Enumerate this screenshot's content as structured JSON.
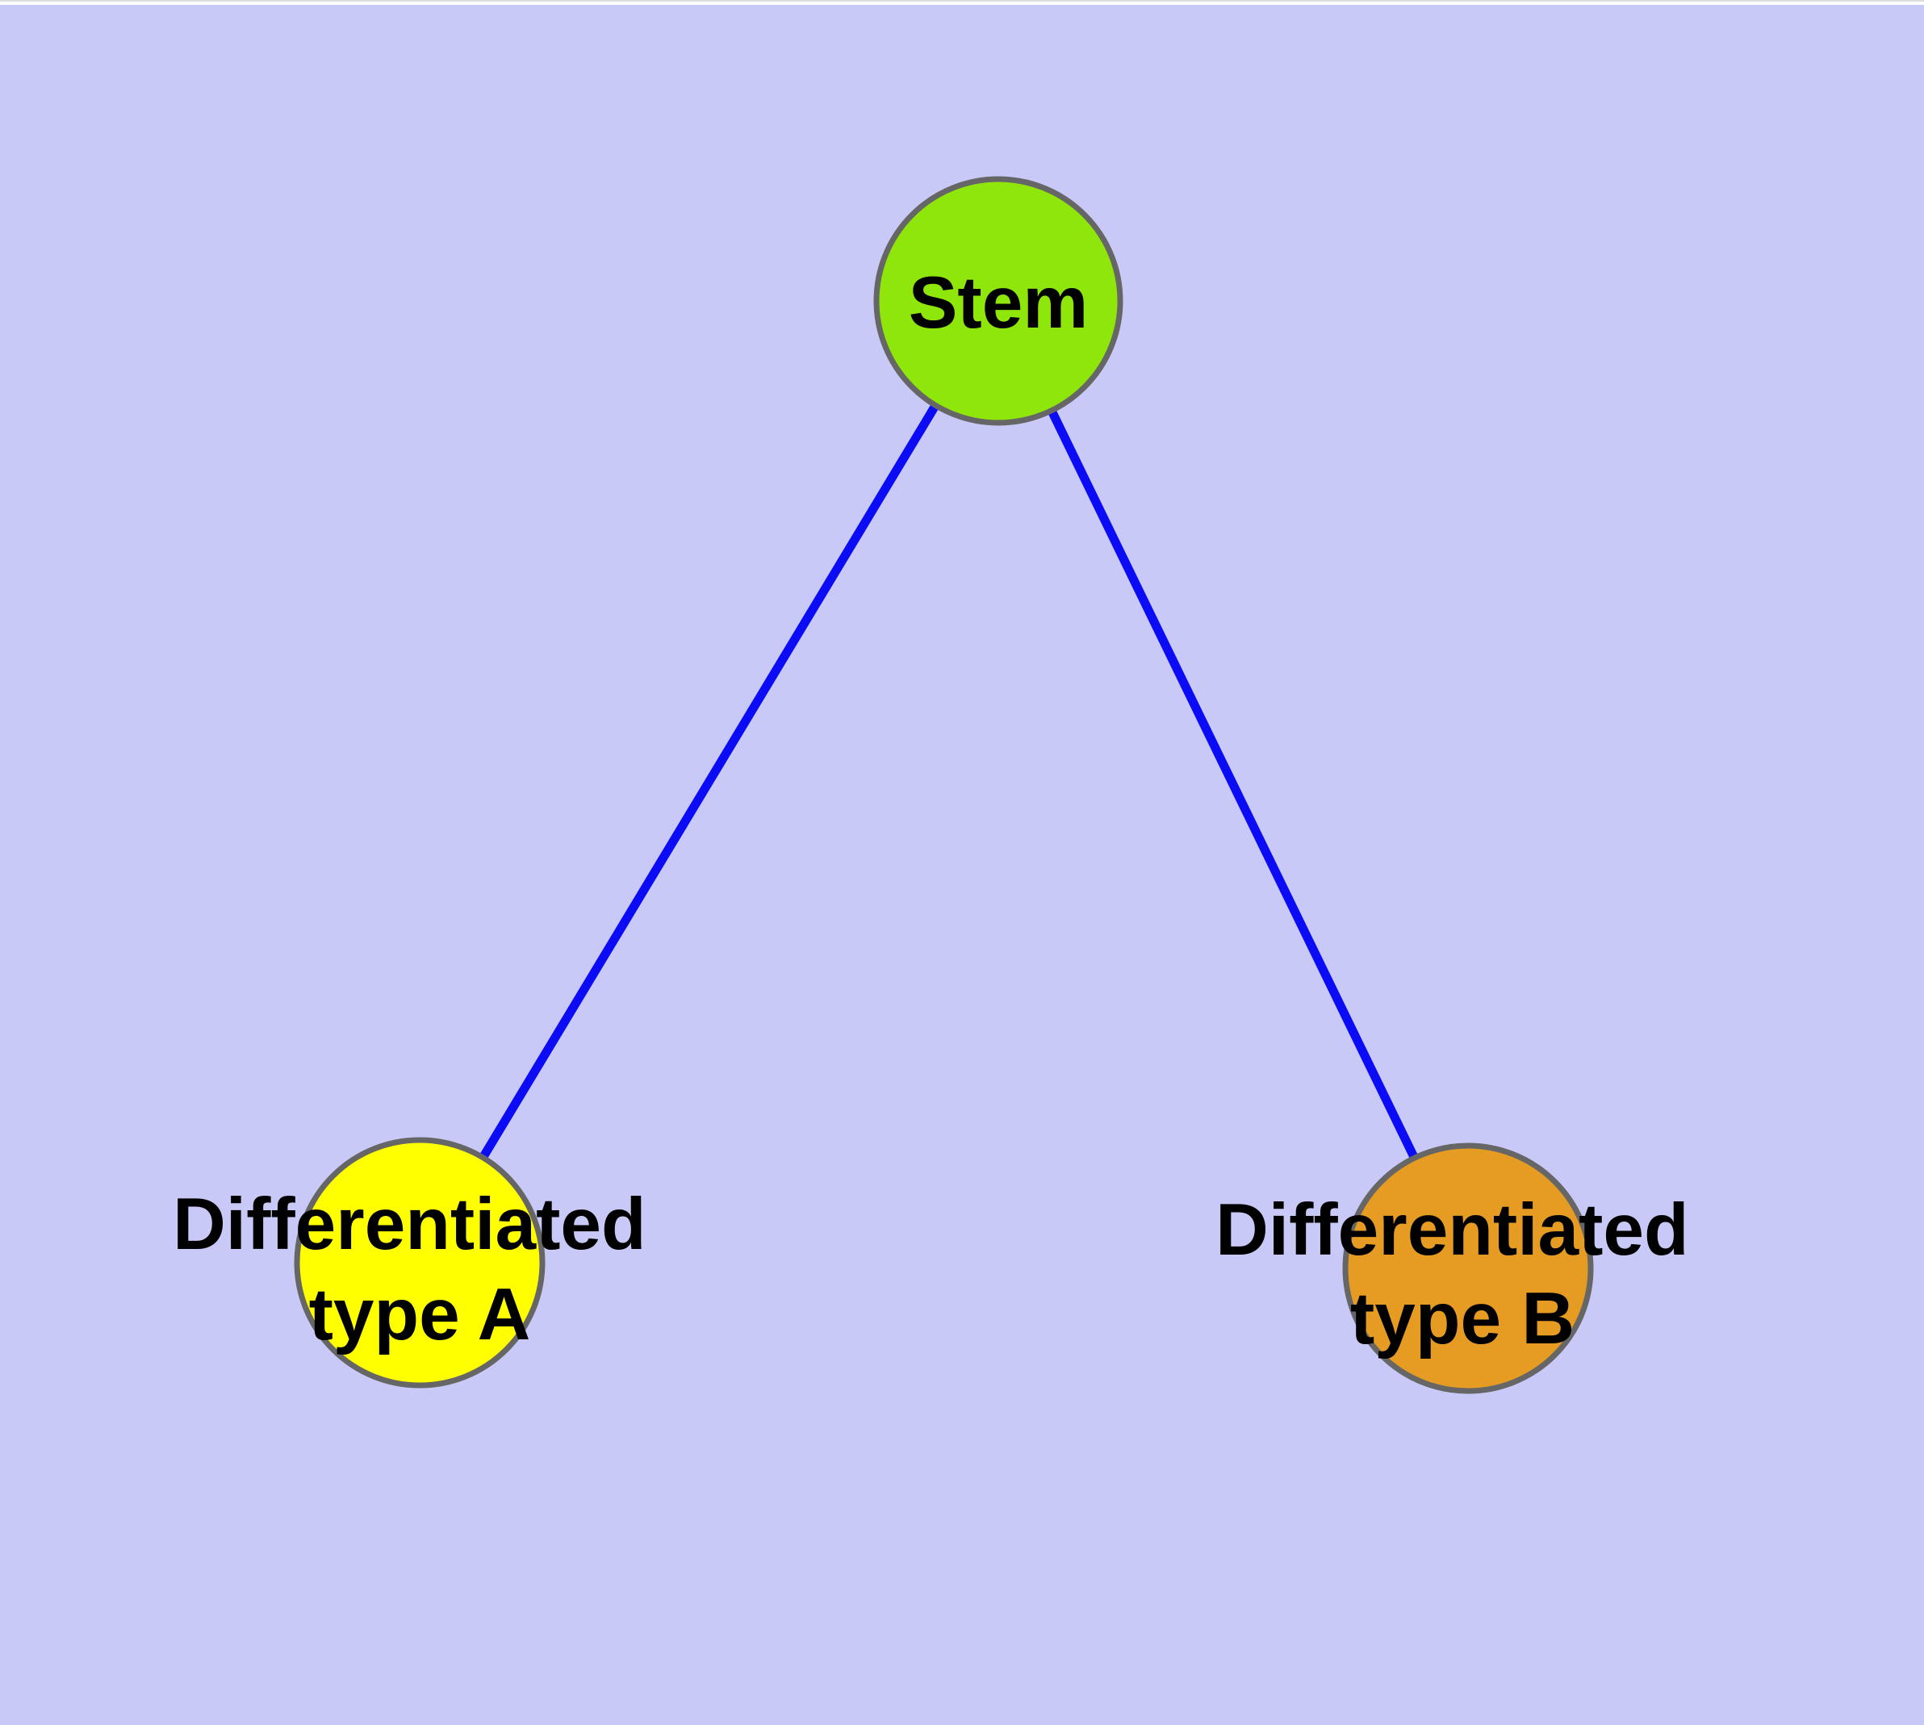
{
  "diagram": {
    "background_color": "#c9c9f8",
    "top_strip_color": "#ffffff",
    "edge_color": "#0b0bf5",
    "node_border_color": "#666666",
    "label_color": "#000000",
    "nodes": {
      "stem": {
        "id": "stem",
        "label": "Stem",
        "fill": "#8fe60a"
      },
      "type_a": {
        "id": "type_a",
        "label": "Differentiated type A",
        "label_line1": "Differentiated",
        "label_line2": "type A",
        "fill": "#ffff00"
      },
      "type_b": {
        "id": "type_b",
        "label": "Differentiated type B",
        "label_line1": "Differentiated",
        "label_line2": "type B",
        "fill": "#e69b23"
      }
    },
    "edges": [
      {
        "from": "stem",
        "to": "type_a"
      },
      {
        "from": "stem",
        "to": "type_b"
      }
    ]
  }
}
